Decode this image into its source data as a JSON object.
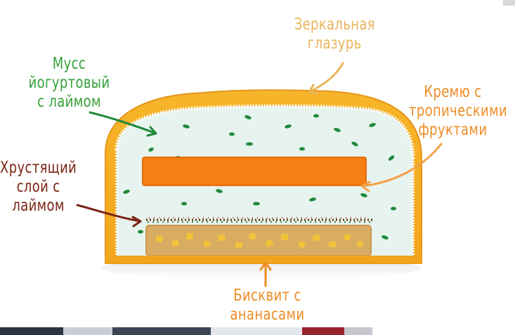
{
  "labels": {
    "glaze": [
      "Зеркальная",
      "глазурь"
    ],
    "mousse": [
      "Мусс",
      "йогуртовый",
      "с лаймом"
    ],
    "cream": [
      "Кремю с",
      "тропическими",
      "фруктами"
    ],
    "crunchy": [
      "Хрустящий",
      "слой с",
      "лаймом"
    ],
    "biscuit": [
      "Бисквит с",
      "ананасами"
    ]
  },
  "colors": {
    "glaze": "#f2a51c",
    "glaze_light": "#f8c850",
    "mousse": "#e8f4ee",
    "cream_insert": "#f57f14",
    "biscuit": "#d8ac62",
    "crunchy_dots": "#6b3416",
    "text_glaze": "#eab55a",
    "text_mousse": "#36a13a",
    "text_cream": "#ef8c25",
    "text_crunchy": "#7a2412",
    "text_biscuit": "#ef8c25"
  }
}
